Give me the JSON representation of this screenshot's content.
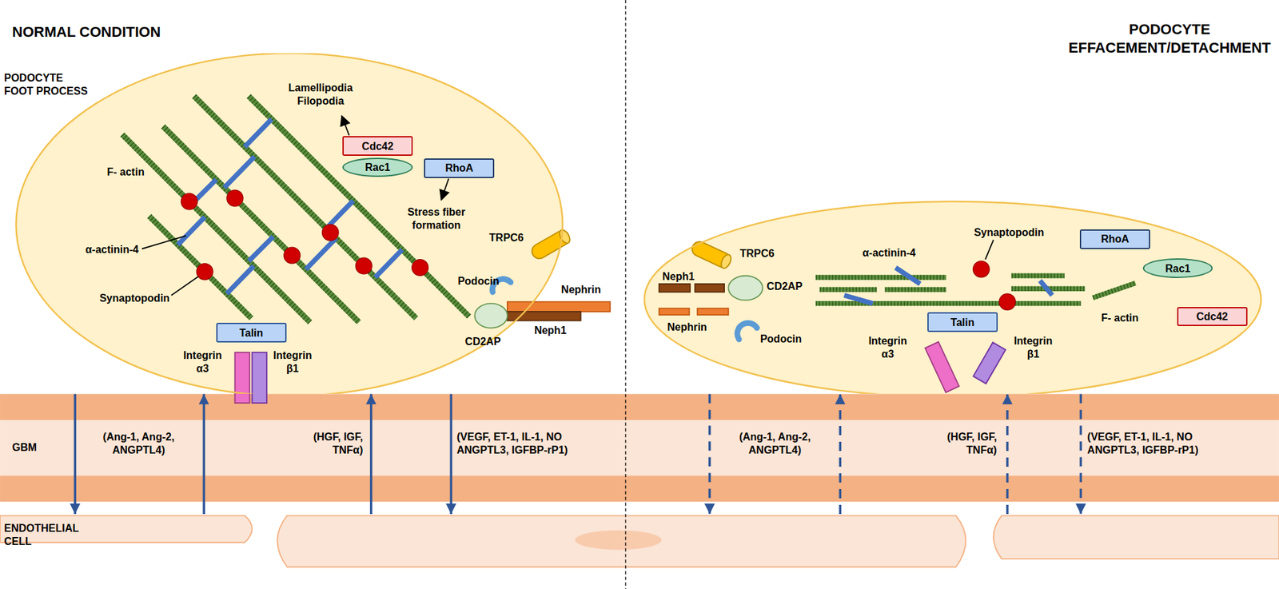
{
  "diagram": {
    "nodes": [
      {
        "text": [
          "PODOCYTE FOOT PROCESS"
        ]
      },
      {
        "text": [
          "Cdc42"
        ],
        "in": 0
      },
      {
        "text": [
          "Rac1"
        ],
        "in": 0
      },
      {
        "text": [
          "RhoA"
        ],
        "in": 0
      },
      {
        "text": [
          "Talin"
        ],
        "in": 0
      },
      {
        "text": [
          "PODOCYTE EFFACEMENT/DETACHMENT"
        ]
      },
      {
        "text": [
          "RhoA"
        ],
        "in": 5
      },
      {
        "text": [
          "Rac1"
        ],
        "in": 5
      },
      {
        "text": [
          "Cdc42"
        ],
        "in": 5
      },
      {
        "text": [
          "Talin"
        ],
        "in": 5
      },
      {
        "text": [
          "ENDOTHELIAL CELL"
        ]
      }
    ],
    "edges": [
      {
        "from": 0,
        "to": 10,
        "arrow": "to"
      },
      {
        "from": 10,
        "to": 0,
        "arrow": "to"
      },
      {
        "from": 10,
        "to": 0,
        "arrow": "to"
      },
      {
        "from": 0,
        "to": 10,
        "arrow": "to"
      },
      {
        "from": 5,
        "to": 10,
        "arrow": "to"
      },
      {
        "from": 10,
        "to": 5,
        "arrow": "to"
      },
      {
        "from": 10,
        "to": 5,
        "arrow": "to"
      },
      {
        "from": 5,
        "to": 10,
        "arrow": "to"
      }
    ],
    "labels": [
      "NORMAL CONDITION",
      "Lamellipodia Filopodia",
      "F- actin",
      "Stress fiber formation",
      "TRPC6",
      "α-actinin-4",
      "Synaptopodin",
      "Podocin",
      "Nephrin",
      "CD2AP",
      "Neph1",
      "Integrin α3",
      "Integrin β1",
      "GBM",
      "(Ang-1, Ang-2, ANGPTL4)",
      "(HGF, IGF, TNFα)",
      "(VEGF, ET-1, IL-1, NO ANGPTL3, IGFBP-rP1)",
      "TRPC6",
      "α-actinin-4",
      "Synaptopodin",
      "Neph1",
      "CD2AP",
      "Nephrin",
      "Podocin",
      "F- actin",
      "Integrin α3",
      "Integrin β1",
      "(Ang-1, Ang-2, ANGPTL4)",
      "(HGF, IGF, TNFα)",
      "(VEGF, ET-1, IL-1, NO ANGPTL3, IGFBP-rP1)"
    ]
  }
}
